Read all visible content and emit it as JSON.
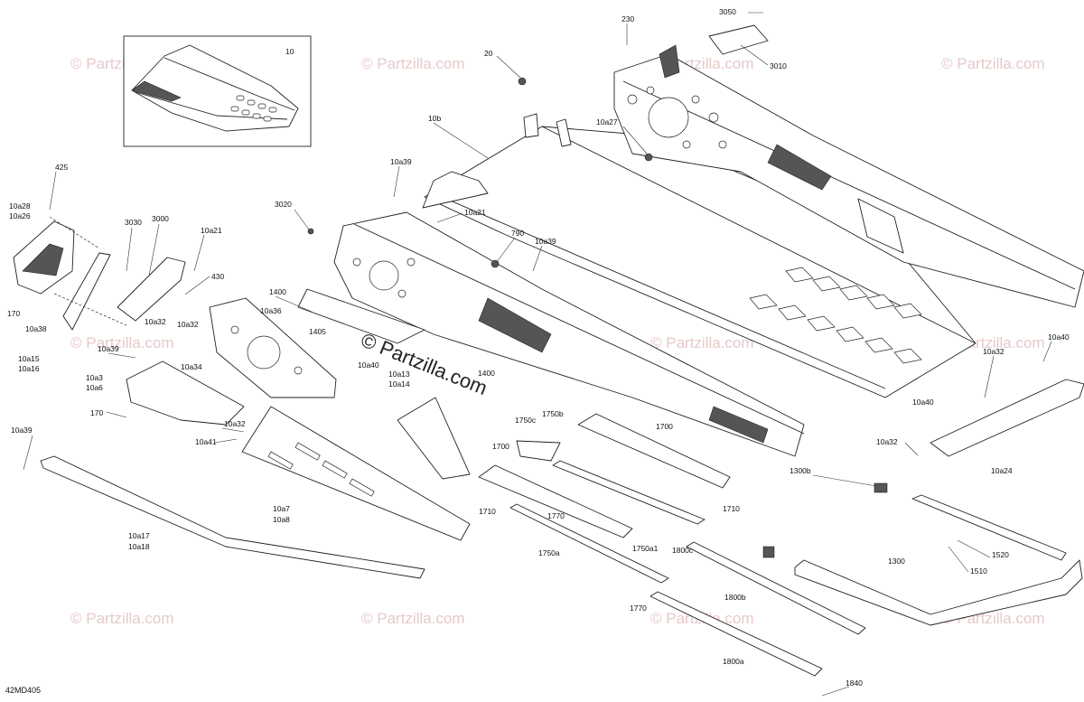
{
  "diagram_code": "42MD405",
  "watermark": {
    "text": "© Partzilla.com",
    "center_text": "© Partzilla.com"
  },
  "inset_label": "10",
  "labels": [
    {
      "id": "l230",
      "text": "230"
    },
    {
      "id": "l3050",
      "text": "3050"
    },
    {
      "id": "l3010",
      "text": "3010"
    },
    {
      "id": "l20",
      "text": "20"
    },
    {
      "id": "l10b",
      "text": "10b"
    },
    {
      "id": "l10a27",
      "text": "10a27"
    },
    {
      "id": "l425",
      "text": "425"
    },
    {
      "id": "l10a28",
      "text": "10a28"
    },
    {
      "id": "l10a26",
      "text": "10a26"
    },
    {
      "id": "l10a39a",
      "text": "10a39"
    },
    {
      "id": "l3020",
      "text": "3020"
    },
    {
      "id": "l10a21a",
      "text": "10a21"
    },
    {
      "id": "l3030",
      "text": "3030"
    },
    {
      "id": "l3000",
      "text": "3000"
    },
    {
      "id": "l10a21b",
      "text": "10a21"
    },
    {
      "id": "l430",
      "text": "430"
    },
    {
      "id": "l790",
      "text": "790"
    },
    {
      "id": "l10a39b",
      "text": "10a39"
    },
    {
      "id": "l170a",
      "text": "170"
    },
    {
      "id": "l10a38",
      "text": "10a38"
    },
    {
      "id": "l1400a",
      "text": "1400"
    },
    {
      "id": "l10a36",
      "text": "10a36"
    },
    {
      "id": "l10a32a",
      "text": "10a32"
    },
    {
      "id": "l10a32b",
      "text": "10a32"
    },
    {
      "id": "l1405",
      "text": "1405"
    },
    {
      "id": "l10a15",
      "text": "10a15"
    },
    {
      "id": "l10a16",
      "text": "10a16"
    },
    {
      "id": "l10a39c",
      "text": "10a39"
    },
    {
      "id": "l10a34",
      "text": "10a34"
    },
    {
      "id": "l10a40a",
      "text": "10a40"
    },
    {
      "id": "l10a13",
      "text": "10a13"
    },
    {
      "id": "l10a14",
      "text": "10a14"
    },
    {
      "id": "l1400b",
      "text": "1400"
    },
    {
      "id": "l10a32c",
      "text": "10a32"
    },
    {
      "id": "l10a40b",
      "text": "10a40"
    },
    {
      "id": "l10a3",
      "text": "10a3"
    },
    {
      "id": "l10a6",
      "text": "10a6"
    },
    {
      "id": "l170b",
      "text": "170"
    },
    {
      "id": "l10a32d",
      "text": "10a32"
    },
    {
      "id": "l10a41",
      "text": "10a41"
    },
    {
      "id": "l1750c",
      "text": "1750c"
    },
    {
      "id": "l1750b",
      "text": "1750b"
    },
    {
      "id": "l1700a",
      "text": "1700"
    },
    {
      "id": "l10a40c",
      "text": "10a40"
    },
    {
      "id": "l10a32e",
      "text": "10a32"
    },
    {
      "id": "l10a39d",
      "text": "10a39"
    },
    {
      "id": "l1700b",
      "text": "1700"
    },
    {
      "id": "l10a24",
      "text": "10a24"
    },
    {
      "id": "l10a7",
      "text": "10a7"
    },
    {
      "id": "l10a8",
      "text": "10a8"
    },
    {
      "id": "l1710a",
      "text": "1710"
    },
    {
      "id": "l1770a",
      "text": "1770"
    },
    {
      "id": "l1710b",
      "text": "1710"
    },
    {
      "id": "l1300b",
      "text": "1300b"
    },
    {
      "id": "l10a17",
      "text": "10a17"
    },
    {
      "id": "l10a18",
      "text": "10a18"
    },
    {
      "id": "l1750a",
      "text": "1750a"
    },
    {
      "id": "l1750a1",
      "text": "1750a1"
    },
    {
      "id": "l1800c",
      "text": "1800c"
    },
    {
      "id": "l1520",
      "text": "1520"
    },
    {
      "id": "l1300",
      "text": "1300"
    },
    {
      "id": "l1510",
      "text": "1510"
    },
    {
      "id": "l1800b",
      "text": "1800b"
    },
    {
      "id": "l1770b",
      "text": "1770"
    },
    {
      "id": "l1800a",
      "text": "1800a"
    },
    {
      "id": "l1840",
      "text": "1840"
    }
  ]
}
